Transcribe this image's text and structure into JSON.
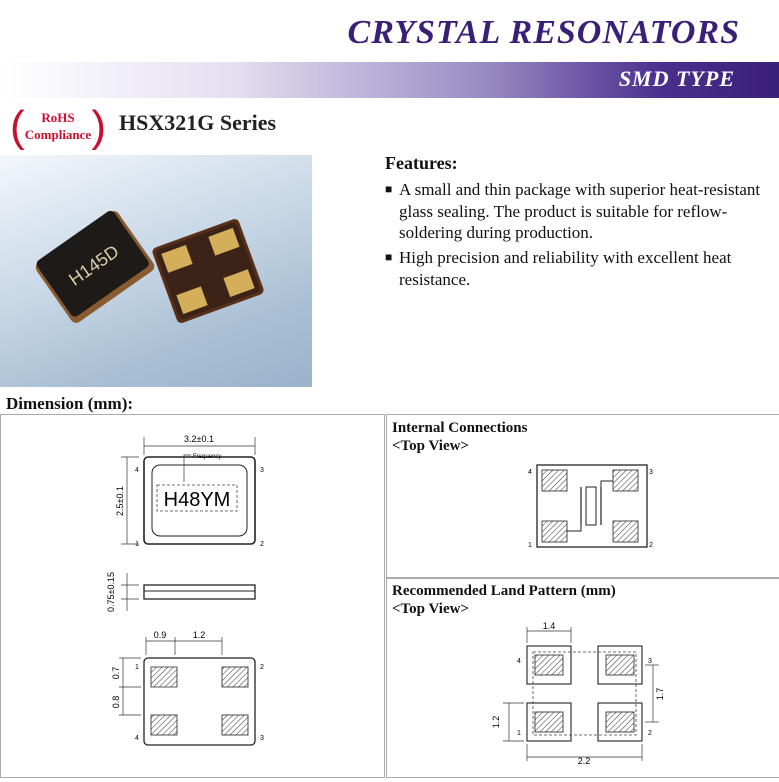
{
  "header": {
    "title": "CRYSTAL RESONATORS",
    "subtitle": "SMD TYPE"
  },
  "badge": {
    "line1": "RoHS",
    "line2": "Compliance"
  },
  "series": "HSX321G Series",
  "photo": {
    "chip_marking": "H145D"
  },
  "features": {
    "title": "Features:",
    "items": [
      "A small and thin package with superior heat-resistant glass sealing. The product is suitable for reflow-soldering during production.",
      "High precision and reliability with excellent heat resistance."
    ]
  },
  "dimension": {
    "title": "Dimension (mm):",
    "width_label": "3.2±0.1",
    "height_label": "2.5±0.1",
    "thickness_label": "0.75±0.15",
    "frequency_label": "Frequency",
    "marking": "H48YM",
    "pad_w": "0.9",
    "pad_gap_x": "1.2",
    "pad_h": "0.7",
    "pad_gap_y": "0.8",
    "pins": [
      "1",
      "2",
      "3",
      "4"
    ]
  },
  "internal": {
    "title": "Internal Connections",
    "view": "<Top View>"
  },
  "land": {
    "title": "Recommended Land Pattern (mm)",
    "view": "<Top View>",
    "pad_w": "1.4",
    "pitch_y": "1.7",
    "pad_h": "1.2",
    "overall_w": "2.2"
  },
  "colors": {
    "brand": "#3a1f78",
    "rohs_red": "#c8102e"
  }
}
